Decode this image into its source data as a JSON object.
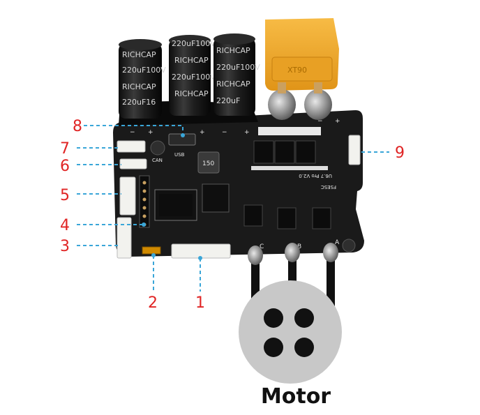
{
  "colors": {
    "callout": "#e02424",
    "leader": "#3aa6d8",
    "pcb": "#1a1a1a",
    "connector": "#f2f2ee",
    "xt90": "#f0a828",
    "motor": "#c8c8c8",
    "motor_dot": "#111111"
  },
  "capacitors": [
    {
      "brand": "RICHCAP",
      "spec1": "220uF100V",
      "brand2": "RICHCAP",
      "spec2": "220uF16"
    },
    {
      "brand": "220uF100V",
      "spec1": "RICHCAP",
      "brand2": "220uF100V",
      "spec2": "RICHCAP"
    },
    {
      "brand": "RICHCAP",
      "spec1": "220uF100V",
      "brand2": "RICHCAP",
      "spec2": "220uF"
    }
  ],
  "xt90_label": "XT90",
  "pcb_labels": {
    "usb": "USB",
    "can": "CAN",
    "inductor": "150",
    "board": "FSESC",
    "version": "U6.7 Pro V2.0",
    "phase_c": "C",
    "phase_b": "B",
    "phase_a": "A",
    "polarity": [
      "−",
      "+",
      "+",
      "−",
      "+",
      "−",
      "+"
    ]
  },
  "callouts": {
    "c1": "1",
    "c2": "2",
    "c3": "3",
    "c4": "4",
    "c5": "5",
    "c6": "6",
    "c7": "7",
    "c8": "8",
    "c9": "9"
  },
  "motor_label": "Motor"
}
